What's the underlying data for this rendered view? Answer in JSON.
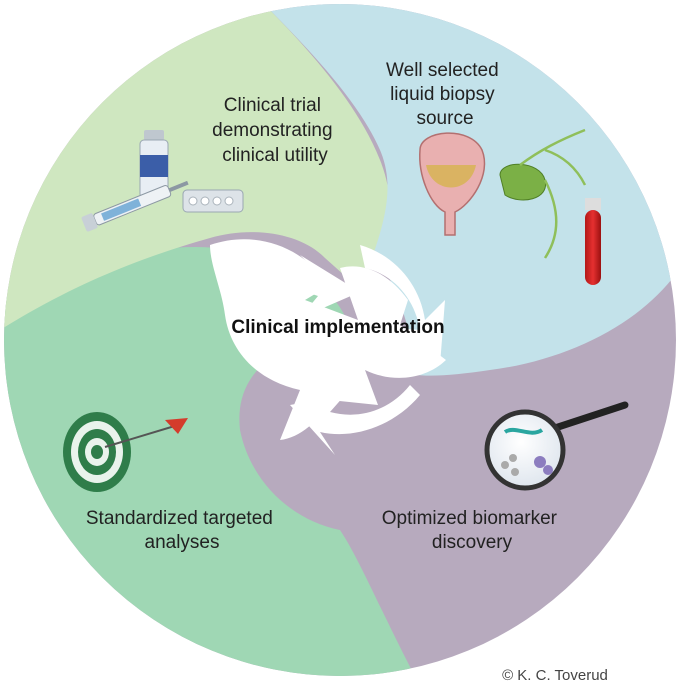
{
  "center": {
    "label": "Clinical implementation"
  },
  "segments": [
    {
      "id": "clinical-trial",
      "lines": [
        "Clinical trial",
        "demonstrating",
        "clinical utility"
      ],
      "color": "#cfe7c0",
      "icon": "vial-syringe-pills-icon"
    },
    {
      "id": "liquid-biopsy",
      "lines": [
        "Well selected",
        "liquid biopsy",
        "source"
      ],
      "color": "#c3e2ea",
      "icon": "bladder-bile-blood-tube-icon"
    },
    {
      "id": "biomarker",
      "lines": [
        "Optimized biomarker",
        "discovery"
      ],
      "color": "#b7aabe",
      "icon": "magnifier-molecules-icon"
    },
    {
      "id": "targeted-analyses",
      "lines": [
        "Standardized targeted",
        "analyses"
      ],
      "color": "#9fd7b4",
      "icon": "dart-target-icon"
    }
  ],
  "copyright": "© K. C. Toverud"
}
